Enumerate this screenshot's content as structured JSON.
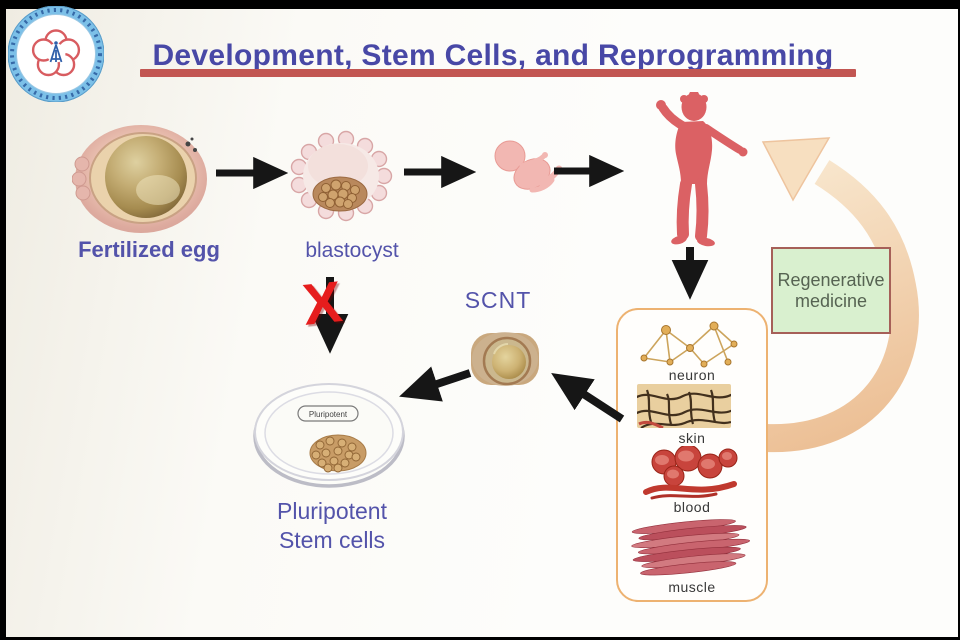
{
  "title": "Development, Stem Cells, and Reprogramming",
  "stages": {
    "fertilized_egg_label": "Fertilized egg",
    "blastocyst_label": "blastocyst",
    "scnt_label": "SCNT",
    "pluripotent_line1": "Pluripotent",
    "pluripotent_line2": "Stem cells",
    "petri_dish_tag": "Pluripotent"
  },
  "regenerative_box": {
    "line1": "Regenerative",
    "line2": "medicine"
  },
  "tissues": {
    "items": [
      {
        "label": "neuron"
      },
      {
        "label": "skin"
      },
      {
        "label": "blood"
      },
      {
        "label": "muscle"
      }
    ]
  },
  "blocked_path_mark": "X",
  "icons": {
    "logo": "university-seal",
    "curved_arrow": "regeneration-cycle-arrow",
    "straight_arrows": "black-flow-arrows"
  },
  "colors": {
    "title_blue": "#4848a6",
    "underline_red": "#c25652",
    "label_blue": "#5353aa",
    "x_red": "#e61d1d",
    "arrow_black": "#161616",
    "human_silhouette": "#db6164",
    "fetus_pink": "#f2b7b2",
    "curved_arrow_peach": "#eec49e",
    "green_box_bg": "#d9f0cf",
    "green_box_border": "#a66058",
    "tissue_box_border": "#edb271"
  }
}
